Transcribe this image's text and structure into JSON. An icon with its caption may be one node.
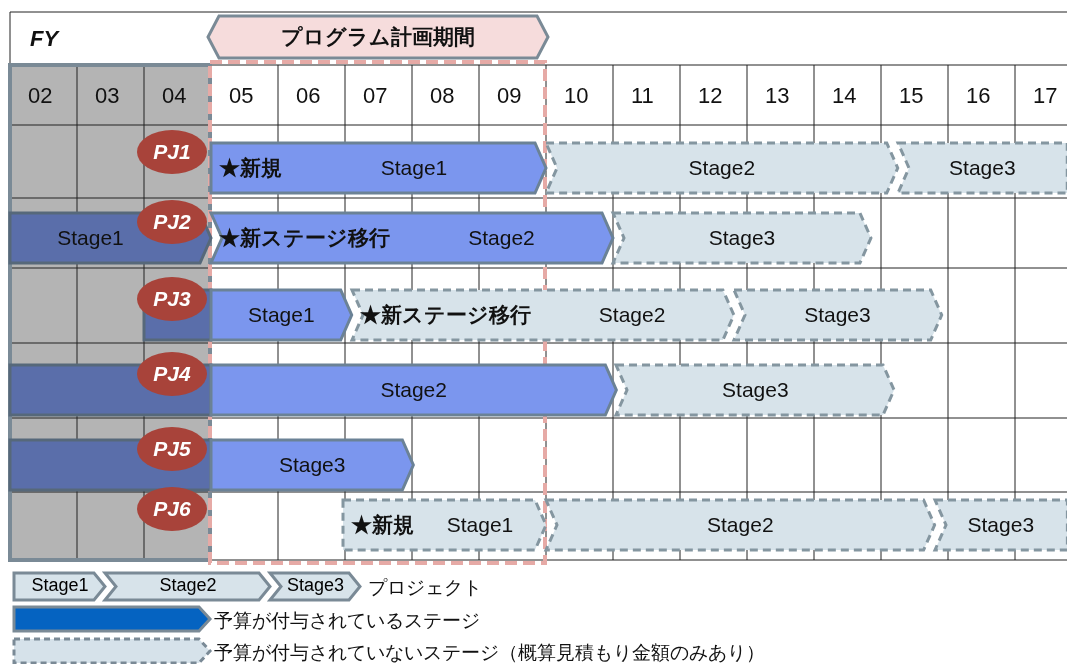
{
  "diagram": {
    "nodes": [
      {
        "text": [
          "プログラム計画期間"
        ]
      },
      {
        "text": [
          "PJ1"
        ]
      },
      {
        "text": [
          "★新規",
          "Stage1"
        ]
      },
      {
        "text": [
          "Stage2"
        ]
      },
      {
        "text": [
          "Stage3"
        ]
      },
      {
        "text": [
          "PJ2"
        ]
      },
      {
        "text": [
          "Stage1"
        ]
      },
      {
        "text": [
          "★新ステージ移行",
          "Stage2"
        ]
      },
      {
        "text": [
          "Stage3"
        ]
      },
      {
        "text": [
          "PJ3"
        ]
      },
      {
        "text": [],
        "shape": "bar"
      },
      {
        "text": [
          "Stage1"
        ]
      },
      {
        "text": [
          "★新ステージ移行",
          "Stage2"
        ]
      },
      {
        "text": [
          "Stage3"
        ]
      },
      {
        "text": [
          "PJ4"
        ]
      },
      {
        "text": [],
        "shape": "bar"
      },
      {
        "text": [
          "Stage2"
        ]
      },
      {
        "text": [
          "Stage3"
        ]
      },
      {
        "text": [
          "PJ5"
        ]
      },
      {
        "text": [],
        "shape": "bar"
      },
      {
        "text": [
          "Stage3"
        ]
      },
      {
        "text": [
          "PJ6"
        ]
      },
      {
        "text": [
          "★新規",
          "Stage1"
        ]
      },
      {
        "text": [
          "Stage2"
        ]
      },
      {
        "text": [
          "Stage3"
        ]
      }
    ],
    "labels": [
      "FY",
      "02",
      "03",
      "04",
      "05",
      "06",
      "07",
      "08",
      "09",
      "10",
      "11",
      "12",
      "13",
      "14",
      "15",
      "16",
      "17",
      "Stage1",
      "Stage2",
      "Stage3"
    ],
    "legend": [
      {
        "text": "プロジェクト"
      },
      {
        "text": "予算が付与されているステージ",
        "color": "#0563c1"
      },
      {
        "text": "予算が付与されていないステージ（概算見積もり金額のみあり）",
        "color": "#d6e2ea"
      }
    ]
  }
}
